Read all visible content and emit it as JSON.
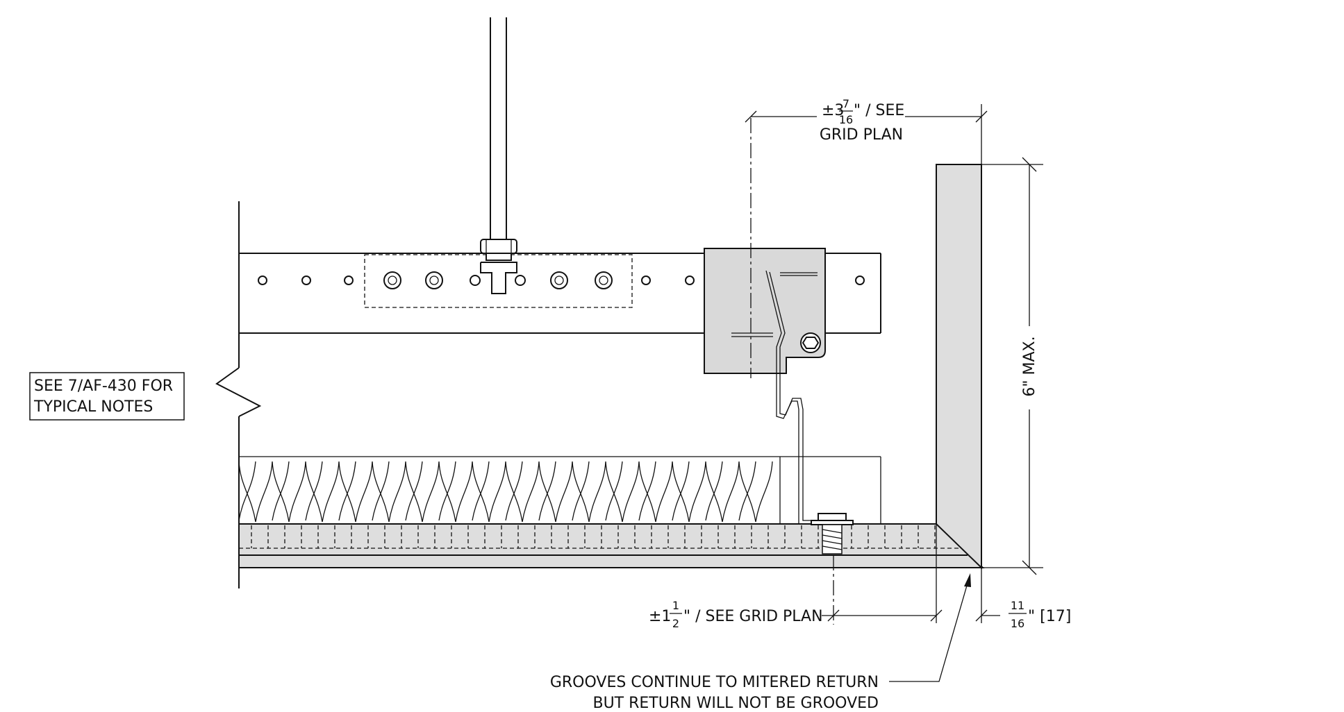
{
  "notes": {
    "box_line1": "SEE 7/AF-430 FOR",
    "box_line2": "TYPICAL NOTES",
    "grooves_line1": "GROOVES CONTINUE TO MITERED RETURN",
    "grooves_line2": "BUT RETURN WILL NOT BE GROOVED"
  },
  "dimensions": {
    "top": {
      "prefix": "±3",
      "num": "7",
      "den": "16",
      "suffix": "\" / SEE",
      "line2": "GRID PLAN"
    },
    "vertical": {
      "text": "6\" MAX."
    },
    "bottom_left": {
      "prefix": "±1",
      "num": "1",
      "den": "2",
      "suffix": "\" / SEE GRID PLAN"
    },
    "bottom_right": {
      "num": "11",
      "den": "16",
      "suffix": "\" [17]"
    }
  }
}
